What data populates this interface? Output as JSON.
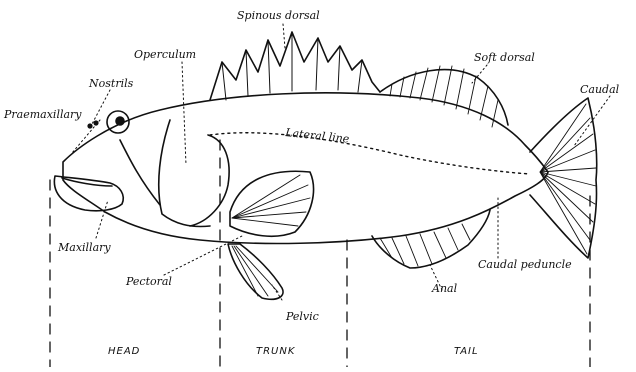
{
  "labels": {
    "spinous_dorsal": "Spinous dorsal",
    "soft_dorsal": "Soft dorsal",
    "operculum": "Operculum",
    "nostrils": "Nostrils",
    "praemaxillary": "Praemaxillary",
    "caudal": "Caudal",
    "lateral_line": "Lateral line",
    "maxillary": "Maxillary",
    "pectoral": "Pectoral",
    "pelvic": "Pelvic",
    "anal": "Anal",
    "caudal_peduncle": "Caudal peduncle"
  },
  "regions": {
    "head": "HEAD",
    "trunk": "TRUNK",
    "tail": "TAIL"
  },
  "colors": {
    "ink": "#111111",
    "paper": "#ffffff"
  }
}
